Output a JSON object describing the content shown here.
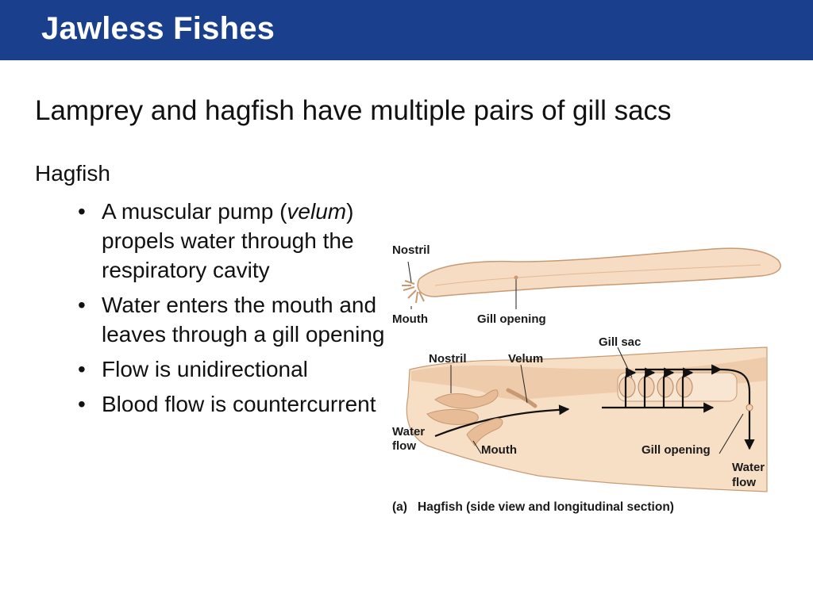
{
  "header": {
    "title": "Jawless Fishes",
    "background": "#1a3f8c"
  },
  "slide": {
    "subtitle": "Lamprey and hagfish have multiple pairs of gill sacs",
    "heading": "Hagfish",
    "bullets": [
      {
        "parts": [
          "A muscular pump (",
          "velum",
          ") propels water through the respiratory cavity"
        ]
      },
      {
        "text": "Water enters the mouth and leaves through a gill opening"
      },
      {
        "text": "Flow is unidirectional"
      },
      {
        "text": "Blood flow is countercurrent"
      }
    ]
  },
  "figure": {
    "labels": {
      "nostril_top": "Nostril",
      "mouth_top": "Mouth",
      "gill_opening_top": "Gill opening",
      "nostril_section": "Nostril",
      "velum": "Velum",
      "gill_sac": "Gill sac",
      "water_flow_in_1": "Water",
      "water_flow_in_2": "flow",
      "mouth_section": "Mouth",
      "gill_opening_section": "Gill opening",
      "water_flow_out_1": "Water",
      "water_flow_out_2": "flow"
    },
    "caption_tag": "(a)",
    "caption": "Hagfish (side view and longitudinal section)",
    "colors": {
      "body": "#f6dcc2",
      "body_outline": "#c79a74",
      "tissue": "#e8bc96",
      "gills": "#f2d2b4"
    }
  }
}
